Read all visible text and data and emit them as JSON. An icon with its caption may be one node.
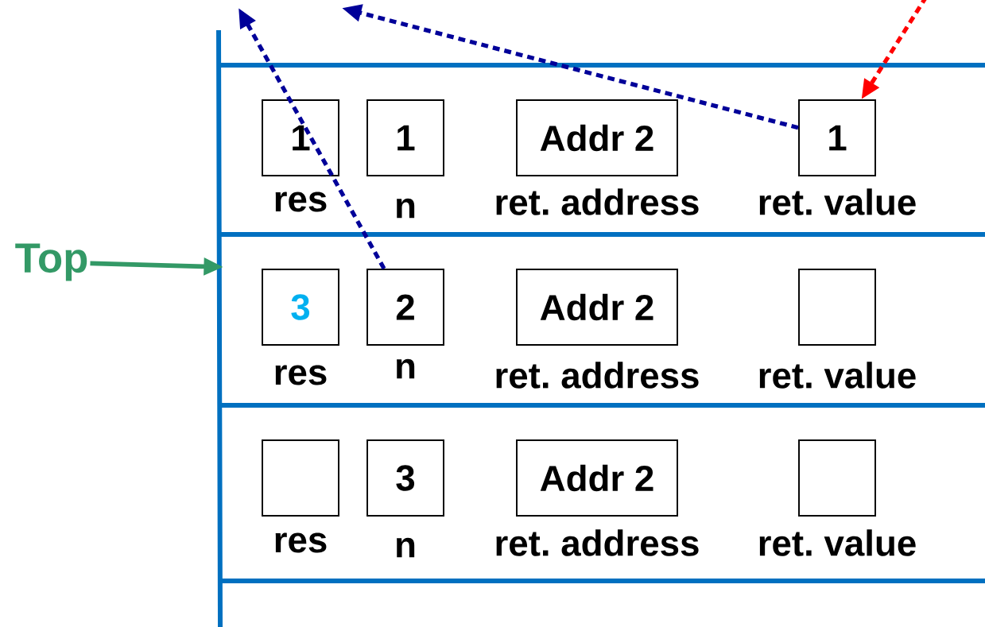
{
  "diagram": {
    "nodes": [
      {
        "text": [
          "Top"
        ]
      },
      {
        "text": [
          "1"
        ],
        "beside": [
          "res"
        ]
      },
      {
        "text": [
          "1"
        ],
        "beside": [
          "n"
        ]
      },
      {
        "text": [
          "Addr 2"
        ],
        "beside": [
          "ret. address"
        ]
      },
      {
        "text": [
          "1"
        ],
        "beside": [
          "ret. value"
        ]
      },
      {
        "text": [
          "3"
        ],
        "beside": [
          "res"
        ]
      },
      {
        "text": [
          "2"
        ],
        "beside": [
          "n"
        ]
      },
      {
        "text": [
          "Addr 2"
        ],
        "beside": [
          "ret. address"
        ]
      },
      {
        "text": [],
        "shape": "box",
        "beside": [
          "ret. value"
        ]
      },
      {
        "text": [],
        "shape": "box",
        "beside": [
          "res"
        ]
      },
      {
        "text": [
          "3"
        ],
        "beside": [
          "n"
        ]
      },
      {
        "text": [
          "Addr 2"
        ],
        "beside": [
          "ret. address"
        ]
      },
      {
        "text": [],
        "shape": "box",
        "beside": [
          "ret. value"
        ]
      }
    ],
    "edges": [
      {
        "from": 0,
        "to": null,
        "arrow": "to",
        "color": "#339966"
      },
      {
        "from": 6,
        "to": null,
        "arrow": "to",
        "style": "dashed",
        "color": "#000099"
      },
      {
        "from": 4,
        "to": null,
        "arrow": "to",
        "style": "dashed",
        "color": "#000099"
      },
      {
        "from": null,
        "to": 4,
        "arrow": "to",
        "style": "dashed",
        "color": "#ff0000"
      }
    ]
  }
}
